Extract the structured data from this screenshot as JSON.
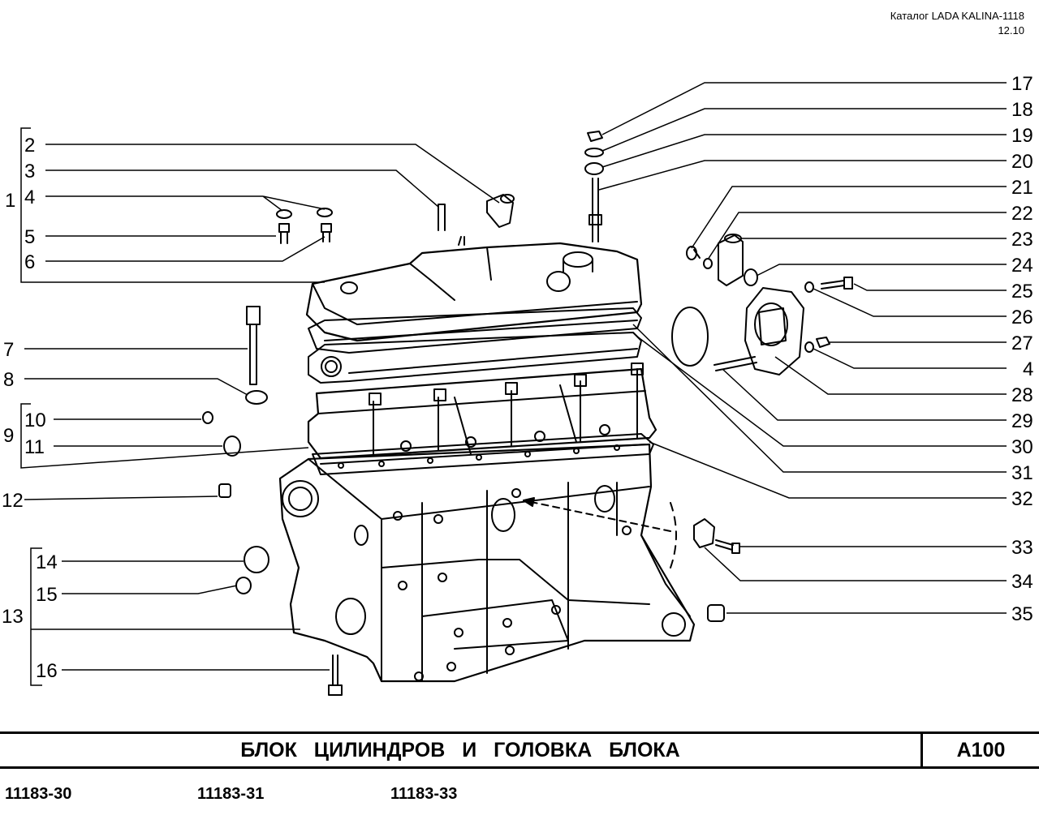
{
  "header": {
    "catalog": "Каталог LADA KALINA-1118",
    "date": "12.10"
  },
  "title_bar": {
    "title": "БЛОК ЦИЛИНДРОВ И ГОЛОВКА БЛОКА",
    "code": "A100"
  },
  "models": [
    "11183-30",
    "11183-31",
    "11183-33"
  ],
  "callouts_left": [
    "1",
    "2",
    "3",
    "4",
    "5",
    "6",
    "7",
    "8",
    "9",
    "10",
    "11",
    "12",
    "13",
    "14",
    "15",
    "16"
  ],
  "callouts_right": [
    "17",
    "18",
    "19",
    "20",
    "21",
    "22",
    "23",
    "24",
    "25",
    "26",
    "27",
    "4",
    "28",
    "29",
    "30",
    "31",
    "32",
    "33",
    "34",
    "35"
  ]
}
